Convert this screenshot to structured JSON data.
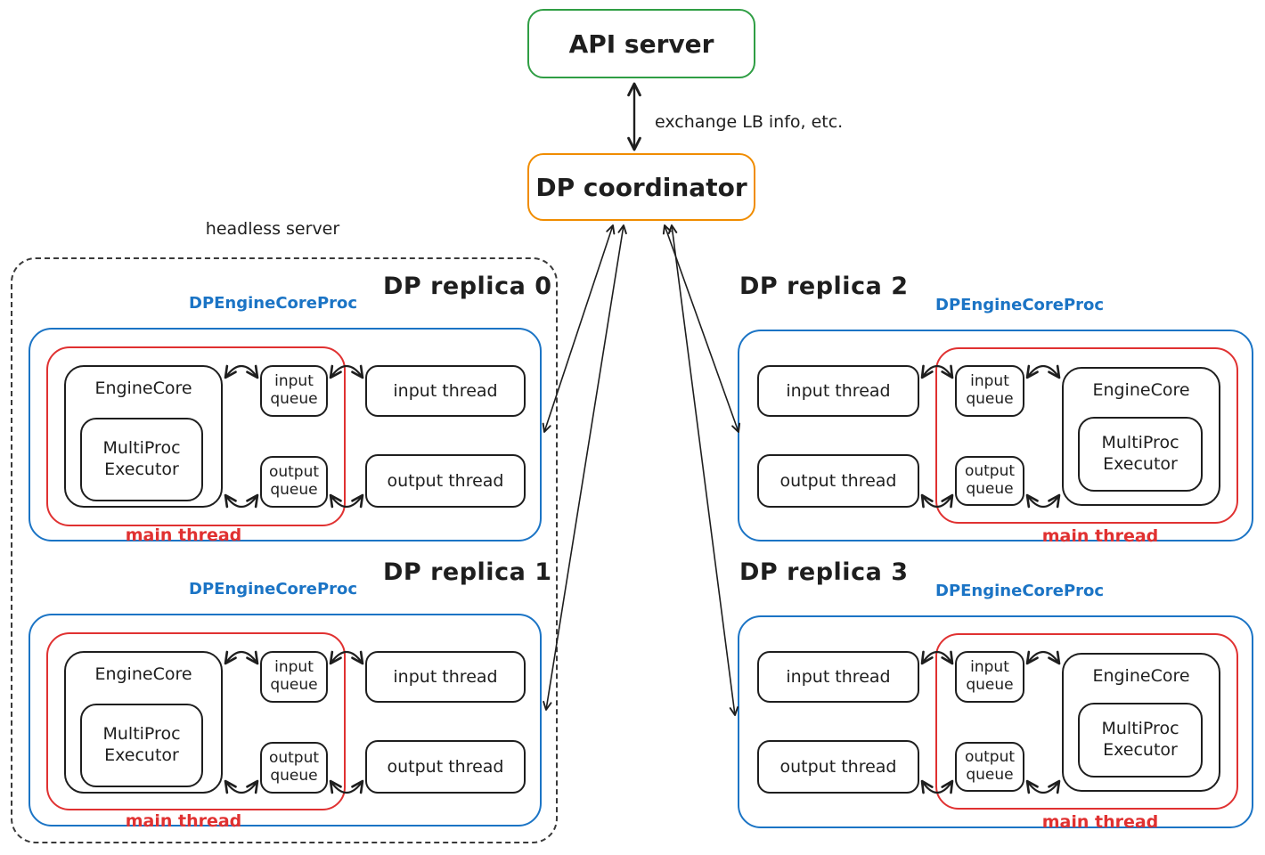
{
  "api_server": {
    "label": "API server"
  },
  "coordinator": {
    "label": "DP coordinator"
  },
  "link_label": "exchange LB info, etc.",
  "headless_server": {
    "label": "headless server"
  },
  "colors": {
    "green": "#2f9e44",
    "orange": "#f08c00",
    "blue": "#1b74c5",
    "red": "#e03131",
    "ink": "#1e1e1e"
  },
  "replicas": [
    {
      "title": "DP replica 0",
      "proc_label": "DPEngineCoreProc",
      "engine_core": "EngineCore",
      "executor": "MultiProc Executor",
      "input_queue": "input queue",
      "output_queue": "output queue",
      "input_thread": "input thread",
      "output_thread": "output thread",
      "main_thread": "main thread"
    },
    {
      "title": "DP replica 1",
      "proc_label": "DPEngineCoreProc",
      "engine_core": "EngineCore",
      "executor": "MultiProc Executor",
      "input_queue": "input queue",
      "output_queue": "output queue",
      "input_thread": "input thread",
      "output_thread": "output thread",
      "main_thread": "main thread"
    },
    {
      "title": "DP replica 2",
      "proc_label": "DPEngineCoreProc",
      "engine_core": "EngineCore",
      "executor": "MultiProc Executor",
      "input_queue": "input queue",
      "output_queue": "output queue",
      "input_thread": "input thread",
      "output_thread": "output thread",
      "main_thread": "main thread"
    },
    {
      "title": "DP replica 3",
      "proc_label": "DPEngineCoreProc",
      "engine_core": "EngineCore",
      "executor": "MultiProc Executor",
      "input_queue": "input queue",
      "output_queue": "output queue",
      "input_thread": "input thread",
      "output_thread": "output thread",
      "main_thread": "main thread"
    }
  ]
}
